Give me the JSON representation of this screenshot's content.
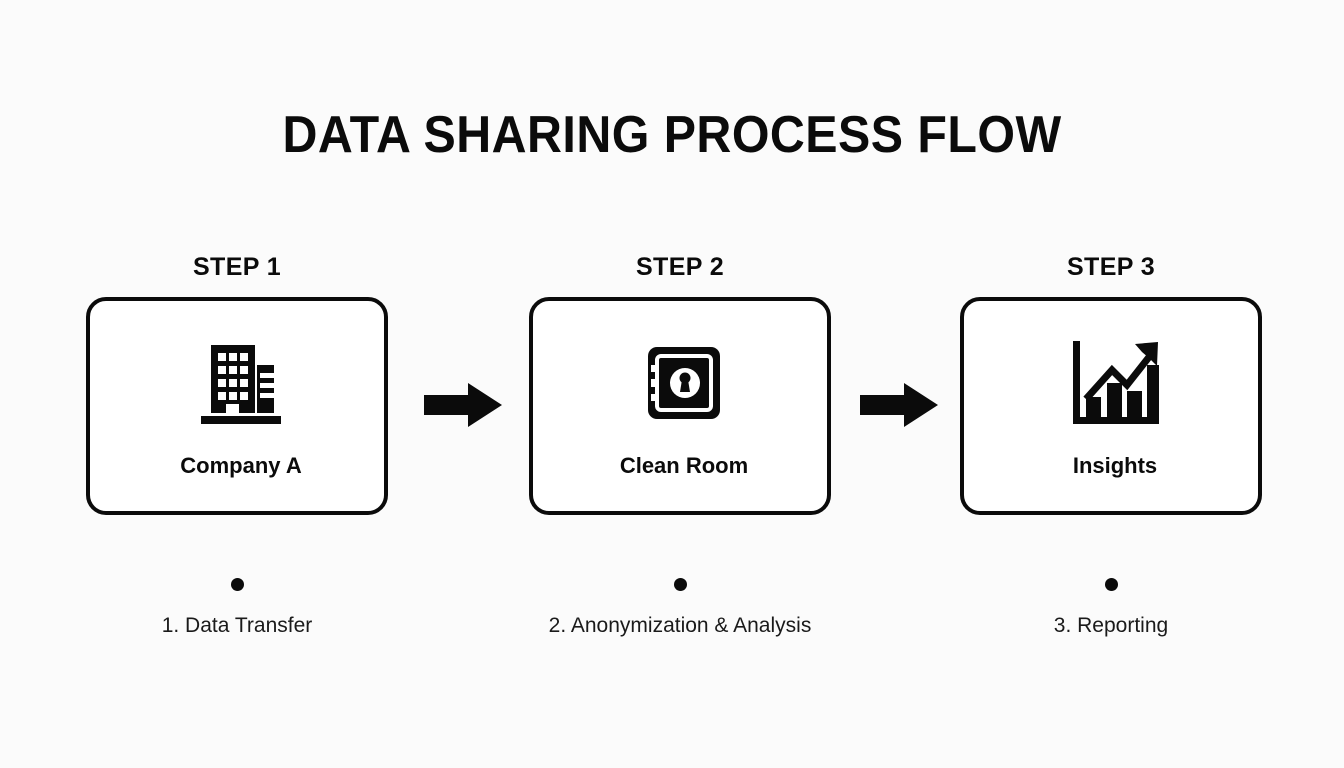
{
  "slide": {
    "title": "DATA SHARING PROCESS FLOW",
    "background_color": "#fbfbfb",
    "ink_color": "#0b0b0b"
  },
  "steps": [
    {
      "heading": "STEP 1",
      "label": "Company A",
      "icon": "office-building-icon",
      "annotation": "1. Data Transfer"
    },
    {
      "heading": "STEP 2",
      "label": "Clean Room",
      "icon": "safe-vault-icon",
      "annotation": "2. Anonymization & Analysis"
    },
    {
      "heading": "STEP 3",
      "label": "Insights",
      "icon": "growth-bar-chart-icon",
      "annotation": "3. Reporting"
    }
  ],
  "connectors": [
    {
      "name": "arrow-right-icon"
    },
    {
      "name": "arrow-right-icon"
    }
  ]
}
